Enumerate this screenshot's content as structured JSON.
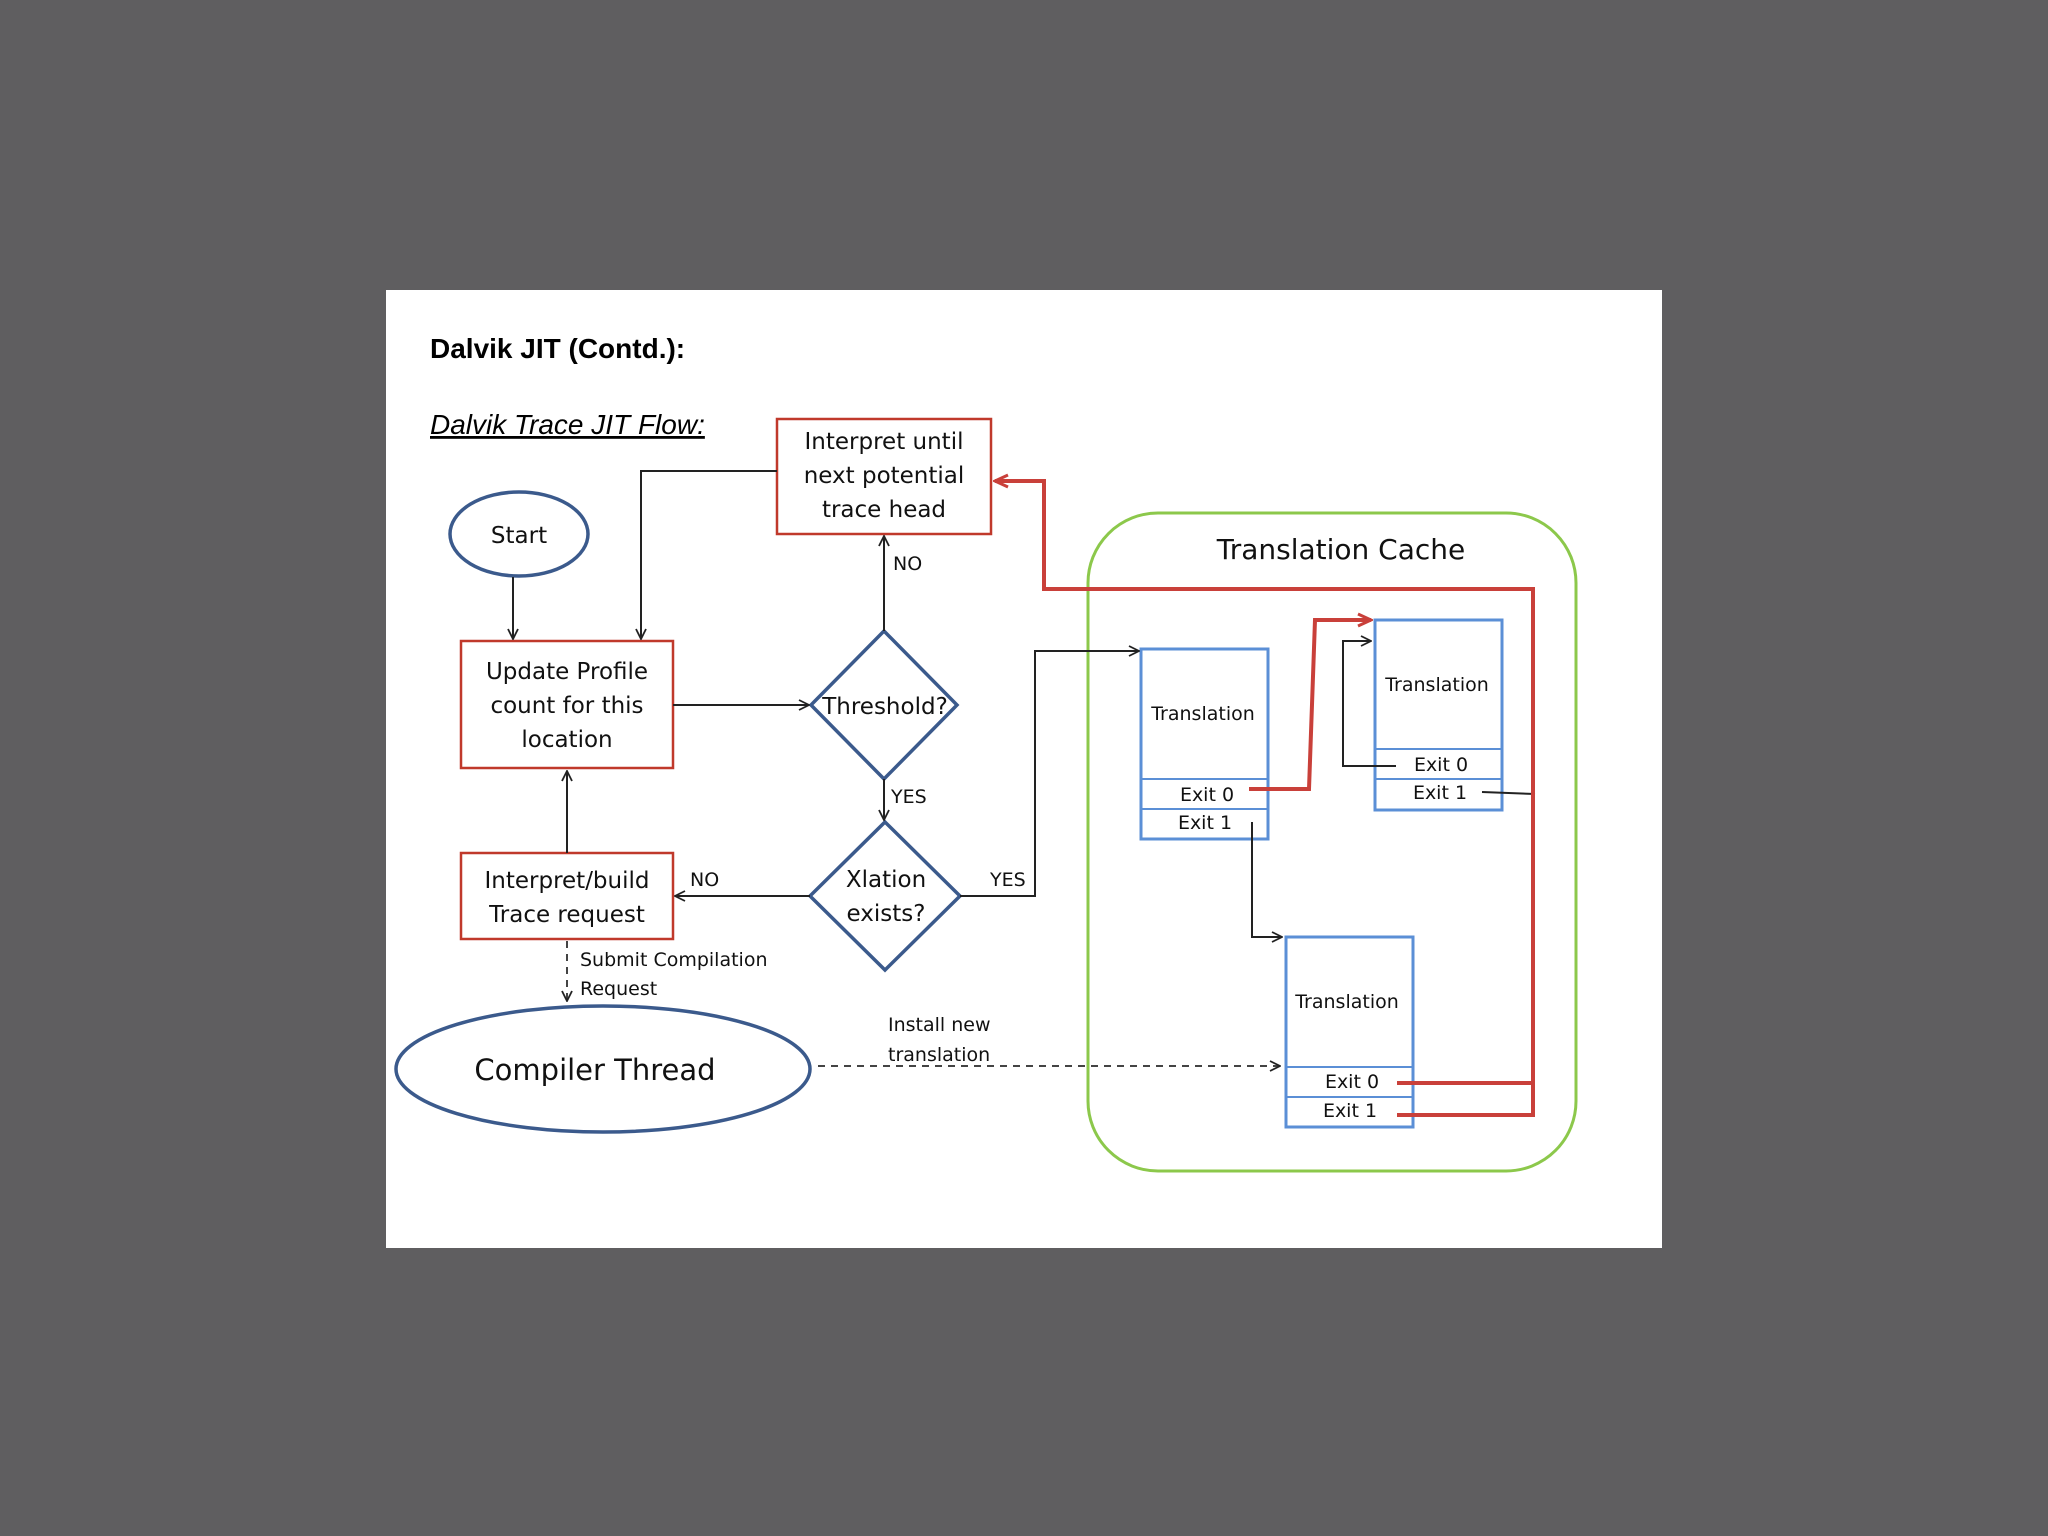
{
  "slide": {
    "title": "Dalvik JIT (Contd.):",
    "subtitle": "Dalvik Trace JIT Flow:"
  },
  "nodes": {
    "start": "Start",
    "update_profile": [
      "Update Profile",
      "count for this",
      "location"
    ],
    "interpret_until": [
      "Interpret until",
      "next potential",
      "trace head"
    ],
    "threshold": "Threshold?",
    "xlation_exists": [
      "Xlation",
      "exists?"
    ],
    "interpret_build": [
      "Interpret/build",
      "Trace request"
    ],
    "compiler_thread": "Compiler Thread"
  },
  "edge_labels": {
    "threshold_no": "NO",
    "threshold_yes": "YES",
    "xlation_no": "NO",
    "xlation_yes": "YES",
    "submit": [
      "Submit Compilation",
      "Request"
    ],
    "install": [
      "Install new",
      "translation"
    ]
  },
  "cache": {
    "title": "Translation Cache",
    "blocks": [
      {
        "label": "Translation",
        "exits": [
          "Exit 0",
          "Exit 1"
        ]
      },
      {
        "label": "Translation",
        "exits": [
          "Exit 0",
          "Exit 1"
        ]
      },
      {
        "label": "Translation",
        "exits": [
          "Exit 0",
          "Exit 1"
        ]
      }
    ]
  },
  "colors": {
    "background": "#5f5e60",
    "flow_box_border": "#c0392b",
    "decision_border": "#3b5a8c",
    "translation_border": "#5b8fd6",
    "cache_border": "#8cc84b",
    "chain_line": "#c9403a"
  }
}
